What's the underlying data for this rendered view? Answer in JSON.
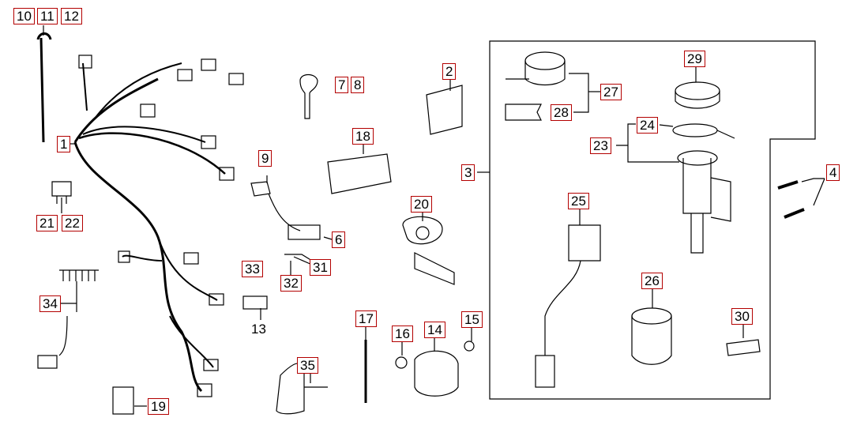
{
  "diagram": {
    "callouts": [
      {
        "id": "c10",
        "label": "10"
      },
      {
        "id": "c11",
        "label": "11"
      },
      {
        "id": "c12",
        "label": "12"
      },
      {
        "id": "c1",
        "label": "1"
      },
      {
        "id": "c21",
        "label": "21"
      },
      {
        "id": "c22",
        "label": "22"
      },
      {
        "id": "c34",
        "label": "34"
      },
      {
        "id": "c19",
        "label": "19"
      },
      {
        "id": "c7",
        "label": "7"
      },
      {
        "id": "c8",
        "label": "8"
      },
      {
        "id": "c9",
        "label": "9"
      },
      {
        "id": "c6",
        "label": "6"
      },
      {
        "id": "c33",
        "label": "33"
      },
      {
        "id": "c32",
        "label": "32"
      },
      {
        "id": "c31",
        "label": "31"
      },
      {
        "id": "c18",
        "label": "18"
      },
      {
        "id": "c2",
        "label": "2"
      },
      {
        "id": "c20",
        "label": "20"
      },
      {
        "id": "c17",
        "label": "17"
      },
      {
        "id": "c16",
        "label": "16"
      },
      {
        "id": "c14",
        "label": "14"
      },
      {
        "id": "c15",
        "label": "15"
      },
      {
        "id": "c35",
        "label": "35"
      },
      {
        "id": "c3",
        "label": "3"
      },
      {
        "id": "c27",
        "label": "27"
      },
      {
        "id": "c28",
        "label": "28"
      },
      {
        "id": "c29",
        "label": "29"
      },
      {
        "id": "c24",
        "label": "24"
      },
      {
        "id": "c23",
        "label": "23"
      },
      {
        "id": "c4",
        "label": "4"
      },
      {
        "id": "c25",
        "label": "25"
      },
      {
        "id": "c26",
        "label": "26"
      },
      {
        "id": "c30",
        "label": "30"
      }
    ],
    "plain_labels": [
      {
        "id": "p13",
        "label": "13"
      }
    ]
  }
}
